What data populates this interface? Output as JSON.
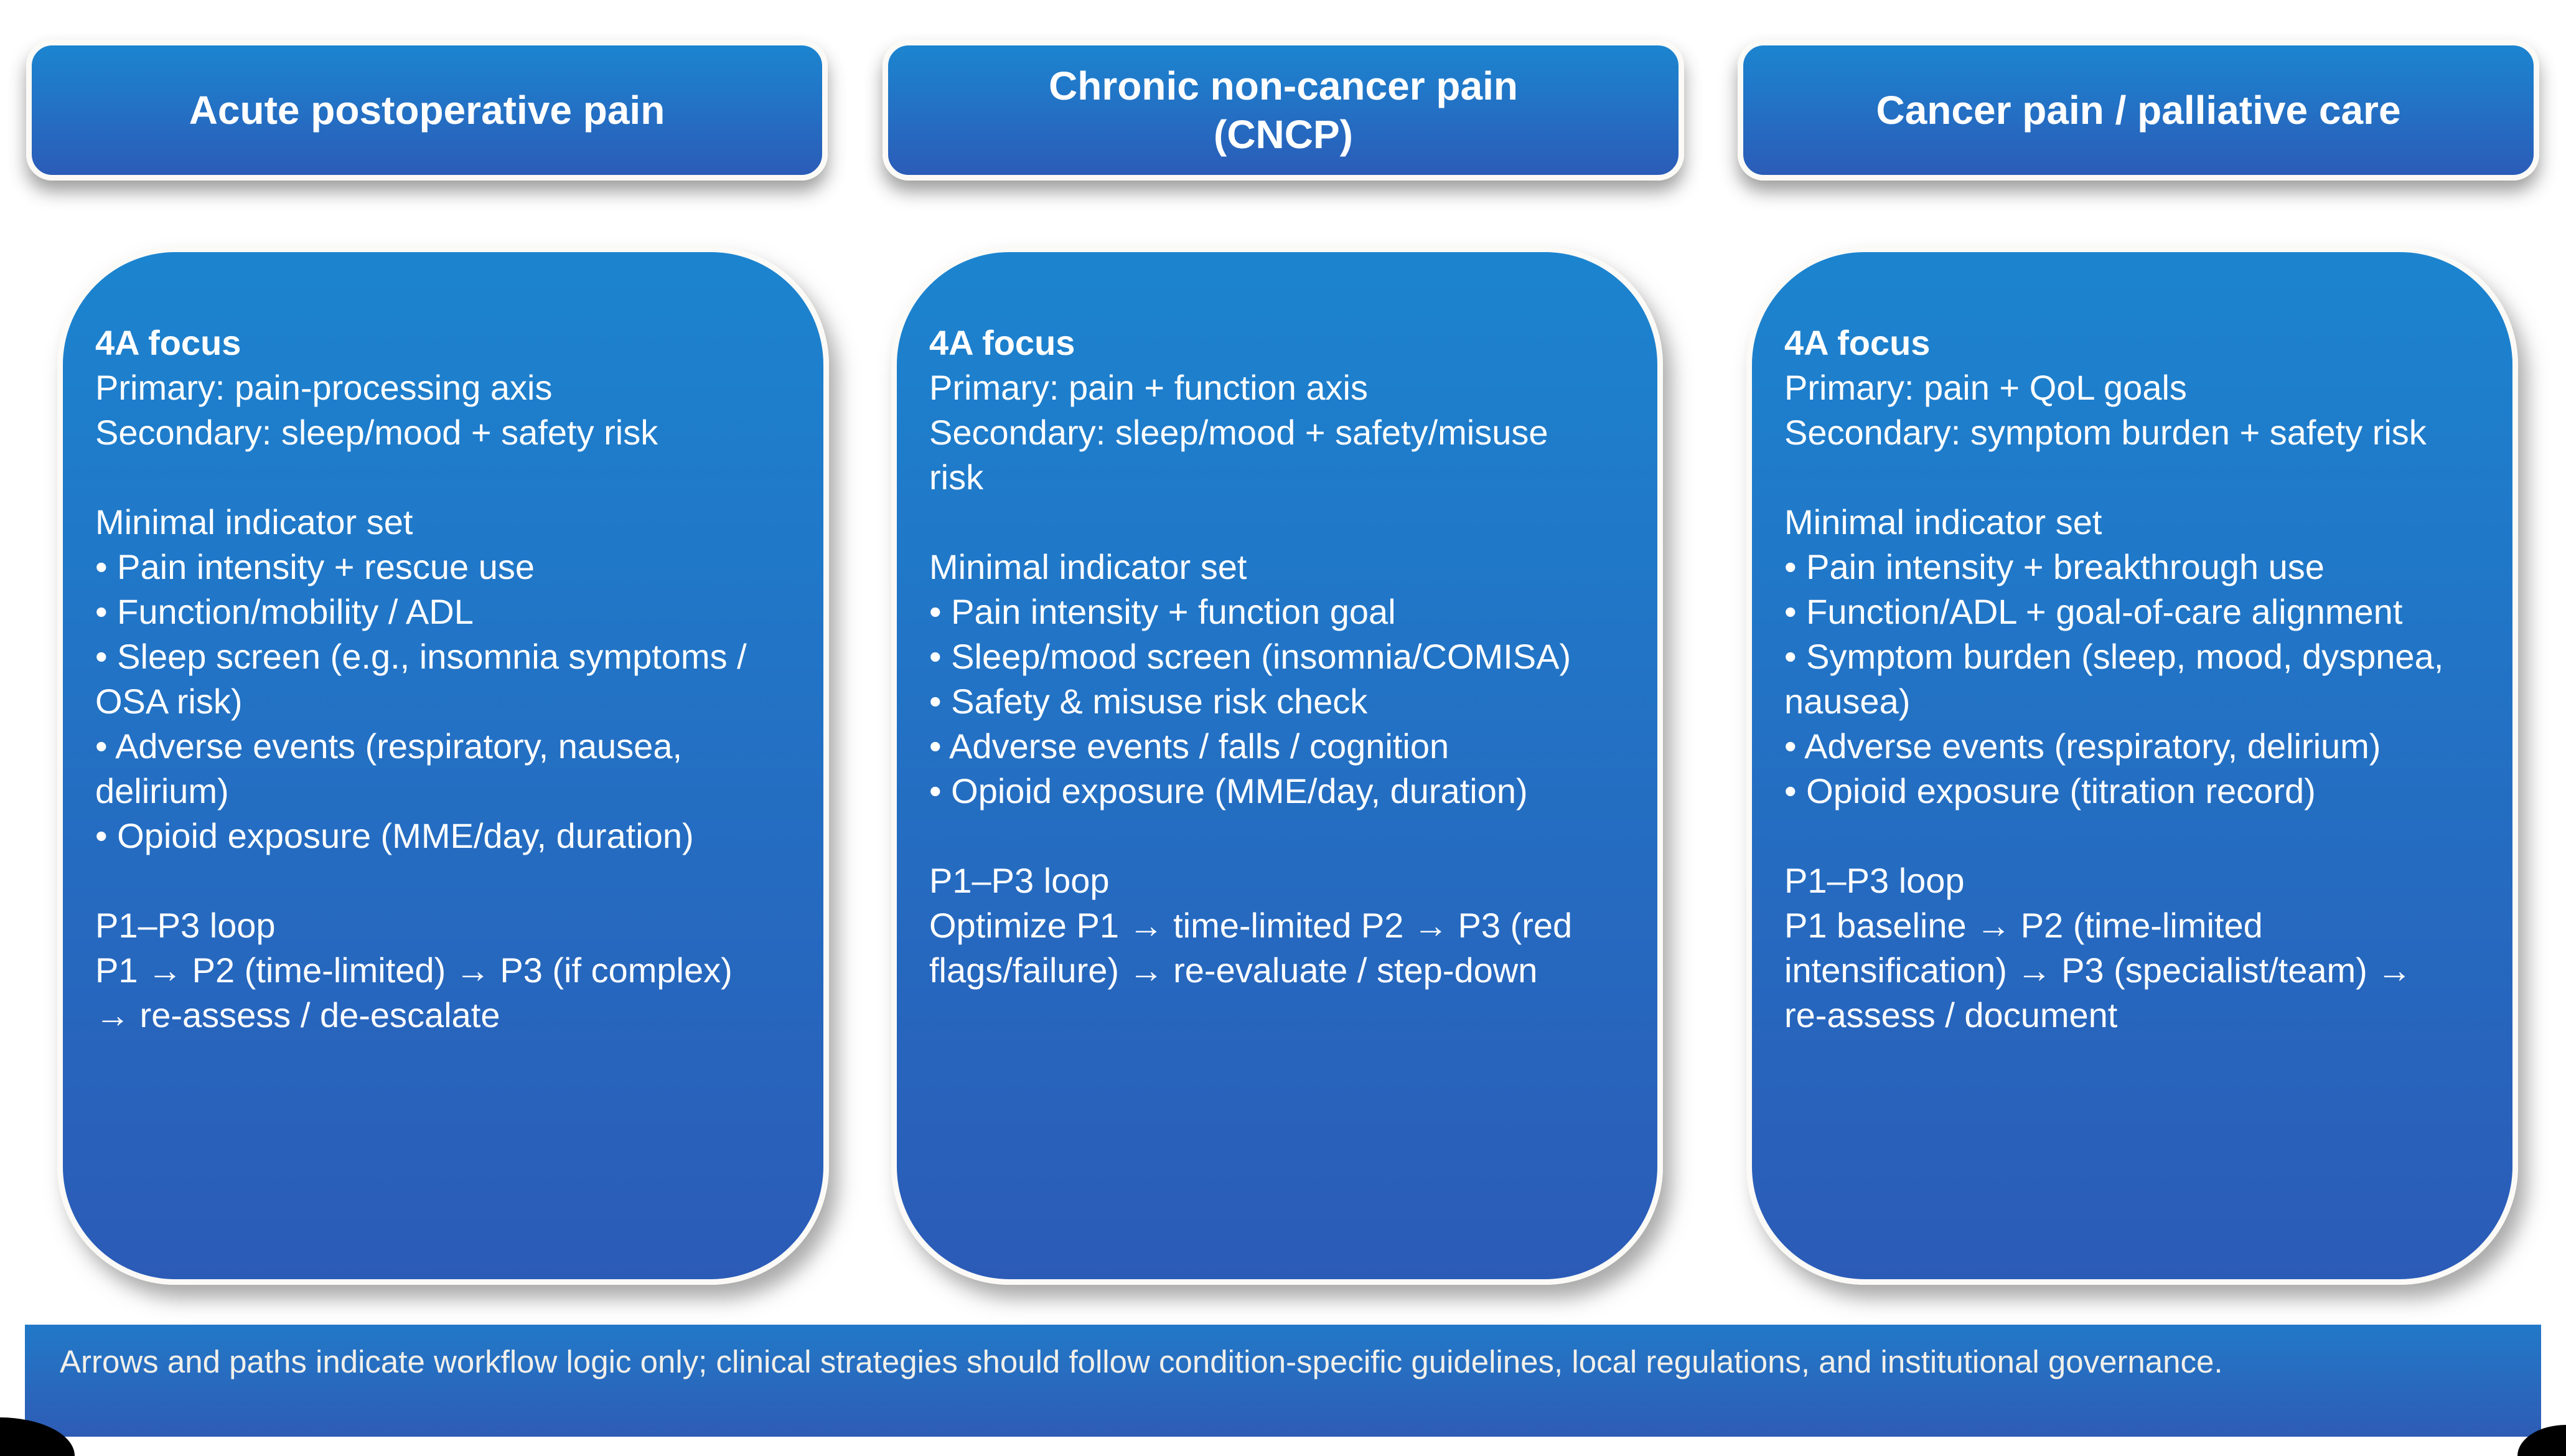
{
  "colors": {
    "panel_gradient_top": "#1c85d0",
    "panel_gradient_bottom": "#2b5cb8",
    "text": "#ffffff",
    "corner_wedge": "#000000"
  },
  "columns": [
    {
      "header": "Acute postoperative pain",
      "focus_title": "4A focus",
      "focus_primary": "Primary: pain-processing axis",
      "focus_secondary": "Secondary: sleep/mood + safety risk",
      "indicators_title": "Minimal indicator set",
      "indicators": [
        "• Pain intensity + rescue use",
        "• Function/mobility / ADL",
        "• Sleep screen (e.g., insomnia symptoms / OSA risk)",
        "• Adverse events (respiratory, nausea, delirium)",
        "• Opioid exposure (MME/day, duration)"
      ],
      "loop_title": "P1–P3 loop",
      "loop_text": "P1 → P2 (time-limited) → P3 (if complex) → re-assess / de-escalate"
    },
    {
      "header": "Chronic non-cancer pain\n(CNCP)",
      "focus_title": "4A focus",
      "focus_primary": "Primary: pain + function axis",
      "focus_secondary": "Secondary: sleep/mood + safety/misuse risk",
      "indicators_title": "Minimal indicator set",
      "indicators": [
        "• Pain intensity + function goal",
        "• Sleep/mood screen (insomnia/COMISA)",
        "• Safety & misuse risk check",
        "• Adverse events / falls / cognition",
        "• Opioid exposure (MME/day, duration)"
      ],
      "loop_title": "P1–P3 loop",
      "loop_text": "Optimize P1 → time-limited P2 → P3 (red flags/failure) → re-evaluate / step-down"
    },
    {
      "header": "Cancer pain / palliative care",
      "focus_title": "4A focus",
      "focus_primary": "Primary: pain + QoL goals",
      "focus_secondary": "Secondary: symptom burden + safety risk",
      "indicators_title": "Minimal indicator set",
      "indicators": [
        "• Pain intensity + breakthrough use",
        "• Function/ADL + goal-of-care alignment",
        "• Symptom burden (sleep, mood, dyspnea, nausea)",
        "• Adverse events (respiratory, delirium)",
        "• Opioid exposure (titration record)"
      ],
      "loop_title": "P1–P3 loop",
      "loop_text": "P1 baseline → P2 (time-limited intensification) → P3 (specialist/team) → re-assess / document"
    }
  ],
  "footer": {
    "text": "Arrows and paths indicate workflow logic only; clinical strategies should follow condition-specific guidelines, local regulations, and institutional governance."
  }
}
